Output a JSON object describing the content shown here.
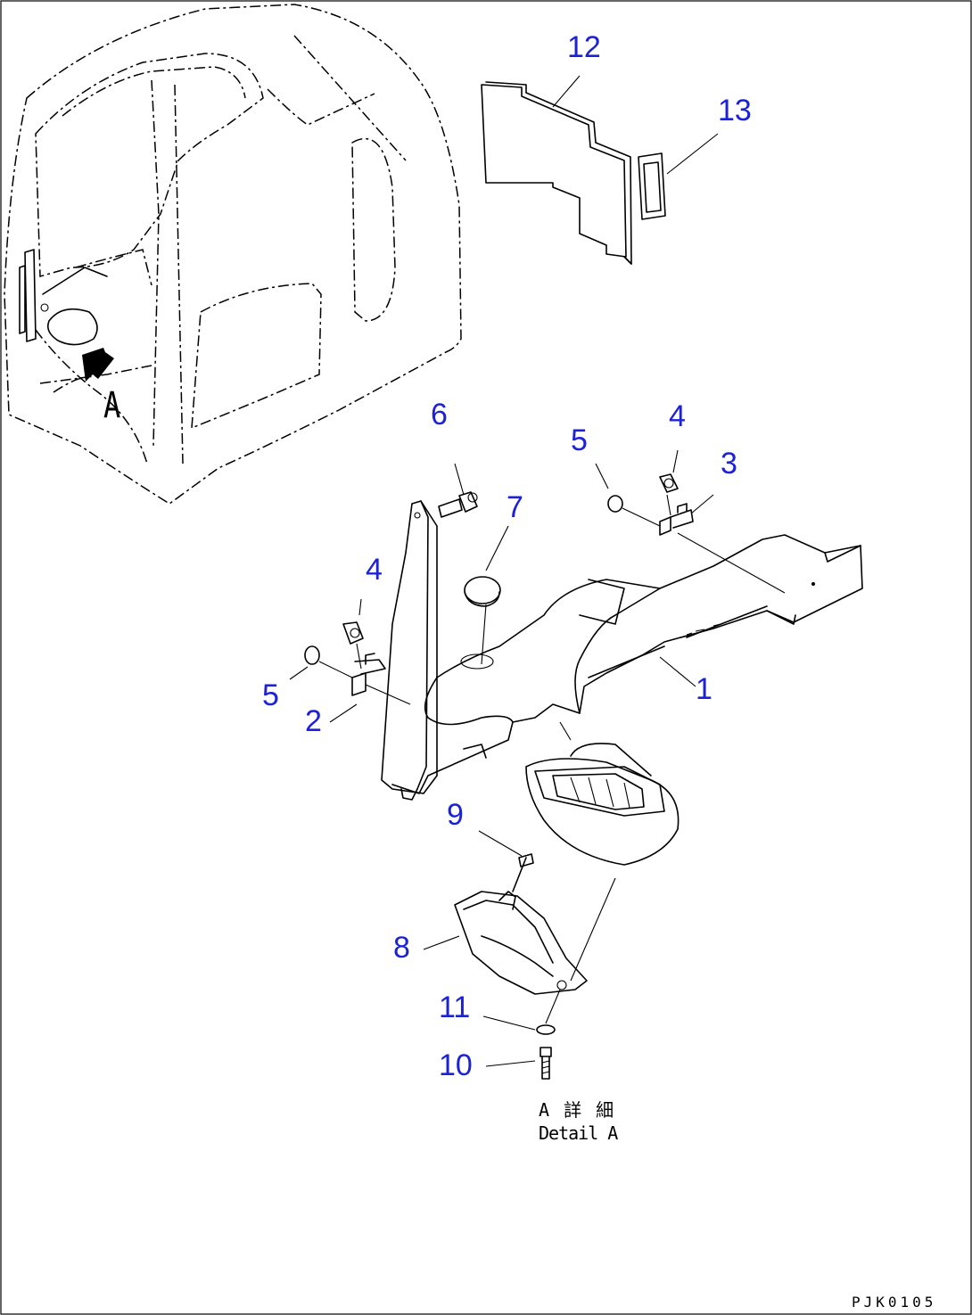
{
  "diagram": {
    "callouts": [
      {
        "id": "c12",
        "label": "12"
      },
      {
        "id": "c13",
        "label": "13"
      },
      {
        "id": "c6",
        "label": "6"
      },
      {
        "id": "c4a",
        "label": "4"
      },
      {
        "id": "c5a",
        "label": "5"
      },
      {
        "id": "c3",
        "label": "3"
      },
      {
        "id": "c7",
        "label": "7"
      },
      {
        "id": "c4b",
        "label": "4"
      },
      {
        "id": "c5b",
        "label": "5"
      },
      {
        "id": "c2",
        "label": "2"
      },
      {
        "id": "c1",
        "label": "1"
      },
      {
        "id": "c9",
        "label": "9"
      },
      {
        "id": "c8",
        "label": "8"
      },
      {
        "id": "c11",
        "label": "11"
      },
      {
        "id": "c10",
        "label": "10"
      }
    ],
    "view_marker": "A",
    "detail_label_jp": "A 詳 細",
    "detail_label_en": "Detail A",
    "drawing_code": "PJK0105",
    "colors": {
      "callout": "#1c22d6",
      "line": "#000000",
      "background": "#ffffff"
    }
  }
}
